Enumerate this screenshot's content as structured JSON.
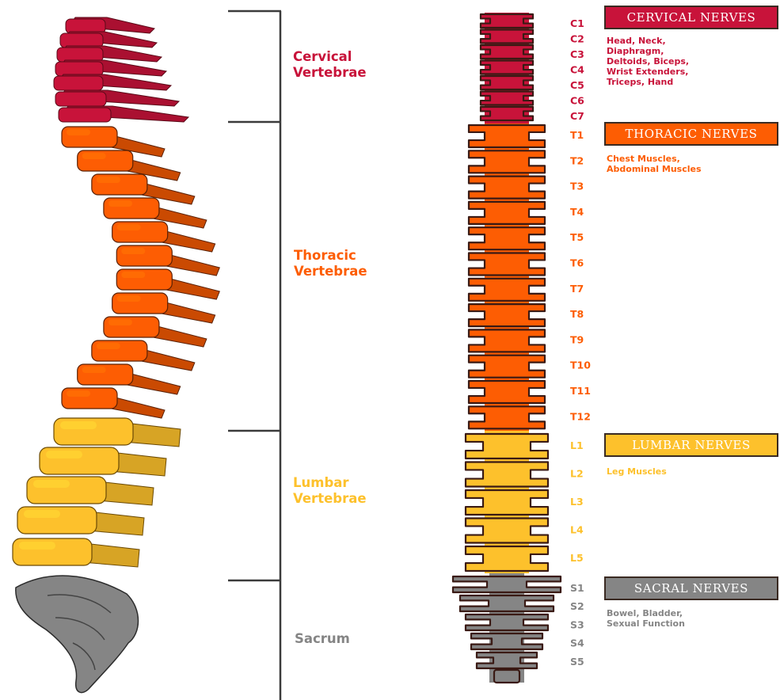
{
  "colors": {
    "cervical": "#c8133a",
    "thoracic": "#fd5d03",
    "lumbar": "#fdc12c",
    "sacral": "#858585",
    "outline": "#3a1a14",
    "bracket": "#3b3b3b"
  },
  "regions": [
    {
      "key": "cervical",
      "label_lines": [
        "Cervical",
        "Vertebrae"
      ]
    },
    {
      "key": "thoracic",
      "label_lines": [
        "Thoracic",
        "Vertebrae"
      ]
    },
    {
      "key": "lumbar",
      "label_lines": [
        "Lumbar",
        "Vertebrae"
      ]
    },
    {
      "key": "sacral",
      "label_lines": [
        "Sacrum"
      ]
    }
  ],
  "levels": {
    "cervical": [
      "C1",
      "C2",
      "C3",
      "C4",
      "C5",
      "C6",
      "C7"
    ],
    "thoracic": [
      "T1",
      "T2",
      "T3",
      "T4",
      "T5",
      "T6",
      "T7",
      "T8",
      "T9",
      "T10",
      "T11",
      "T12"
    ],
    "lumbar": [
      "L1",
      "L2",
      "L3",
      "L4",
      "L5"
    ],
    "sacral": [
      "S1",
      "S2",
      "S3",
      "S4",
      "S5"
    ]
  },
  "nerve_groups": [
    {
      "key": "cervical",
      "title": "CERVICAL NERVES",
      "functions": [
        "Head, Neck,",
        "Diaphragm,",
        "Deltoids, Biceps,",
        "Wrist Extenders,",
        "Triceps, Hand"
      ]
    },
    {
      "key": "thoracic",
      "title": "THORACIC NERVES",
      "functions": [
        "Chest Muscles,",
        "Abdominal Muscles"
      ]
    },
    {
      "key": "lumbar",
      "title": "LUMBAR NERVES",
      "functions": [
        "Leg Muscles"
      ]
    },
    {
      "key": "sacral",
      "title": "SACRAL NERVES",
      "functions": [
        "Bowel, Bladder,",
        "Sexual Function"
      ]
    }
  ]
}
